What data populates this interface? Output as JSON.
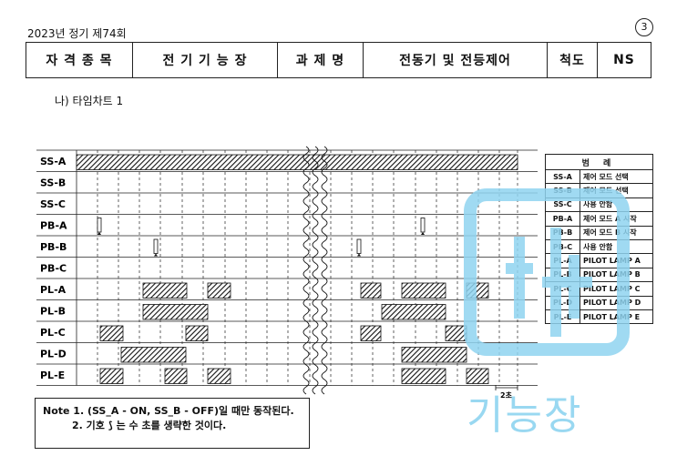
{
  "header": {
    "year_text": "2023년 정기 제74회",
    "page_number": "3",
    "cells": [
      "자 격 종 목",
      "전 기 기 능 장",
      "과 제 명",
      "전동기 및 전등제어",
      "척도",
      "NS"
    ]
  },
  "subtitle": "나) 타임차트 1",
  "timing": {
    "signals": [
      "SS-A",
      "SS-B",
      "SS-C",
      "PB-A",
      "PB-B",
      "PB-C",
      "PL-A",
      "PL-B",
      "PL-C",
      "PL-D",
      "PL-E"
    ],
    "unit_label": "2초"
  },
  "legend": {
    "title": "범 례",
    "rows": [
      {
        "code": "SS-A",
        "desc": "제어 모드 선택"
      },
      {
        "code": "SS-B",
        "desc": "제어 모드 선택"
      },
      {
        "code": "SS-C",
        "desc": "사용 안함"
      },
      {
        "code": "PB-A",
        "desc": "제어 모드 A 시작"
      },
      {
        "code": "PB-B",
        "desc": "제어 모드 B 시작"
      },
      {
        "code": "PB-C",
        "desc": "사용 안함"
      },
      {
        "code": "PL-A",
        "desc": "PILOT LAMP A"
      },
      {
        "code": "PL-B",
        "desc": "PILOT LAMP B"
      },
      {
        "code": "PL-C",
        "desc": "PILOT LAMP C"
      },
      {
        "code": "PL-D",
        "desc": "PILOT LAMP D"
      },
      {
        "code": "PL-E",
        "desc": "PILOT LAMP E"
      }
    ]
  },
  "note": {
    "line1": "Note 1. (SS_A - ON, SS_B - OFF)일 때만 동작된다.",
    "line2": "2. 기호 ⟆ 는 수 초를 생략한 것이다."
  },
  "watermark": {
    "text": "기능장",
    "color": "#8fd4f0"
  }
}
